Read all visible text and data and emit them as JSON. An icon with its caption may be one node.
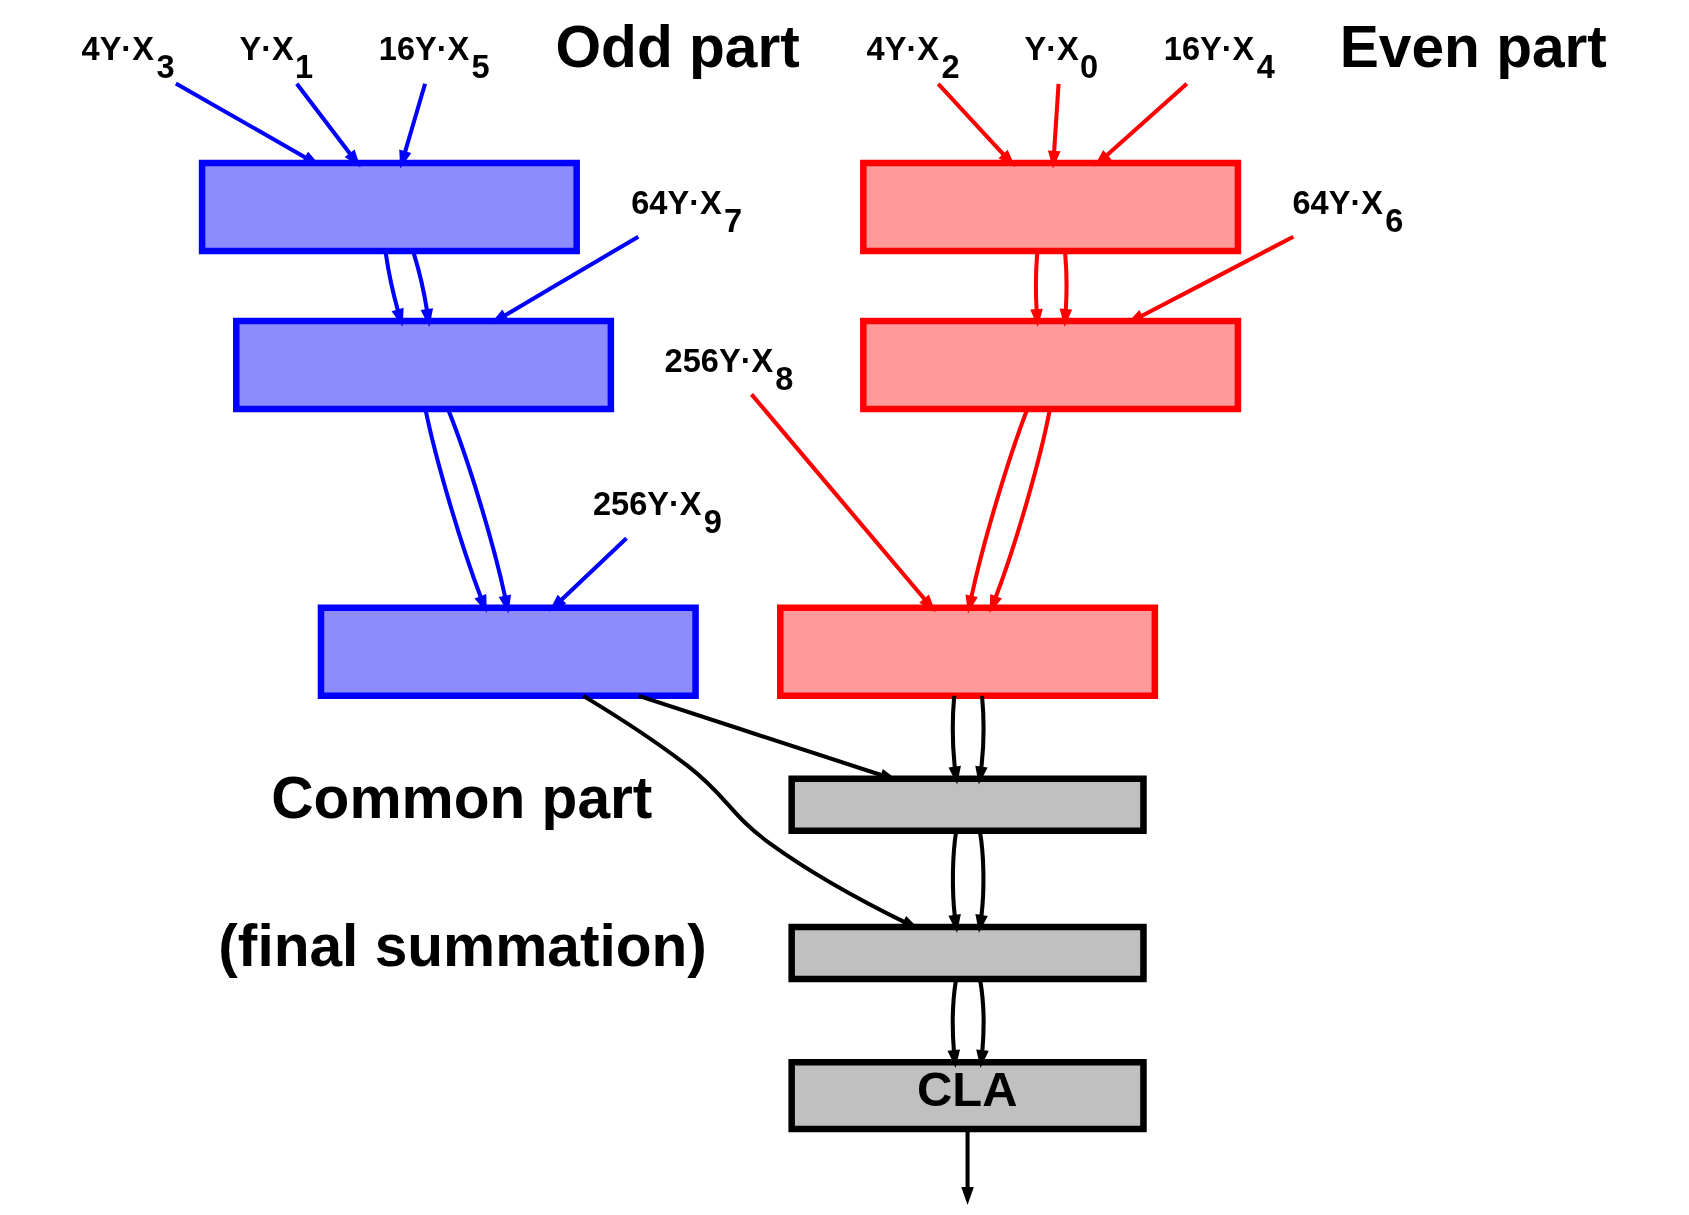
{
  "diagram": {
    "nodes": [
      {
        "text": [
          "4Y·X$_{3}$"
        ]
      },
      {
        "text": [
          "4Y·X$_{2}$"
        ]
      },
      {
        "text": [
          "Y·X$_{1}$"
        ]
      },
      {
        "text": [
          "Y·X$_{0}$"
        ]
      },
      {
        "text": [
          "16Y·X$_{5}$"
        ]
      },
      {
        "text": [
          "16Y·X$_{4}$"
        ]
      },
      {
        "text": [],
        "shape": "box"
      },
      {
        "text": [
          "64Y·X$_{6}$"
        ]
      },
      {
        "text": [],
        "shape": "box"
      },
      {
        "text": [
          "64Y·X$_{7}$"
        ]
      },
      {
        "text": [
          "256Y·X$_{8}$"
        ]
      },
      {
        "text": [
          "256Y·X$_{9}$"
        ]
      },
      {
        "text": [],
        "shape": "box"
      },
      {
        "text": [],
        "shape": "box"
      },
      {
        "text": [],
        "shape": "box"
      },
      {
        "text": [],
        "shape": "box"
      },
      {
        "text": [],
        "shape": "box"
      },
      {
        "text": [],
        "shape": "box"
      },
      {
        "text": [
          "CLA"
        ]
      }
    ],
    "edges": [
      {
        "from": 4,
        "to": 8,
        "arrow": "to",
        "color": "#0000ff"
      },
      {
        "from": 0,
        "to": 8,
        "arrow": "to",
        "color": "#0000ff"
      },
      {
        "from": 2,
        "to": 8,
        "arrow": "to",
        "color": "#0000ff"
      },
      {
        "from": 5,
        "to": 6,
        "arrow": "to",
        "color": "#ff0000"
      },
      {
        "from": 1,
        "to": 6,
        "arrow": "to",
        "color": "#ff0000"
      },
      {
        "from": 3,
        "to": 6,
        "arrow": "to",
        "color": "#ff0000"
      },
      {
        "from": 9,
        "to": 12,
        "arrow": "to",
        "color": "#0000ff"
      },
      {
        "from": 8,
        "to": 12,
        "arrow": "to",
        "color": "#0000ff"
      },
      {
        "from": 8,
        "to": 12,
        "arrow": "to",
        "color": "#0000ff"
      },
      {
        "from": 7,
        "to": 13,
        "arrow": "to",
        "color": "#ff0000"
      },
      {
        "from": 6,
        "to": 13,
        "arrow": "to",
        "color": "#ff0000"
      },
      {
        "from": 6,
        "to": 13,
        "arrow": "to",
        "color": "#ff0000"
      },
      {
        "from": 11,
        "to": 14,
        "arrow": "to",
        "color": "#0000ff"
      },
      {
        "from": 12,
        "to": 14,
        "arrow": "to",
        "color": "#0000ff"
      },
      {
        "from": 12,
        "to": 14,
        "arrow": "to",
        "color": "#0000ff"
      },
      {
        "from": 10,
        "to": 15,
        "arrow": "to",
        "color": "#ff0000"
      },
      {
        "from": 13,
        "to": 15,
        "arrow": "to",
        "color": "#ff0000"
      },
      {
        "from": 13,
        "to": 15,
        "arrow": "to",
        "color": "#ff0000"
      },
      {
        "from": 14,
        "to": 17,
        "arrow": "to",
        "color": "#000000"
      },
      {
        "from": 14,
        "to": 16,
        "arrow": "to",
        "color": "#000000"
      },
      {
        "from": 15,
        "to": 16,
        "arrow": "to",
        "color": "#000000"
      },
      {
        "from": 15,
        "to": 16,
        "arrow": "to",
        "color": "#000000"
      },
      {
        "from": 16,
        "to": 17,
        "arrow": "to",
        "color": "#000000"
      },
      {
        "from": 16,
        "to": 17,
        "arrow": "to",
        "color": "#000000"
      },
      {
        "from": 17,
        "to": 18,
        "arrow": "to",
        "color": "#000000"
      },
      {
        "from": 17,
        "to": 18,
        "arrow": "to",
        "color": "#000000"
      },
      {
        "from": 18,
        "to": null,
        "arrow": "to",
        "color": "#000000"
      }
    ],
    "labels": [
      "Odd part",
      "Even part",
      "Common part",
      "(final summation)"
    ]
  }
}
